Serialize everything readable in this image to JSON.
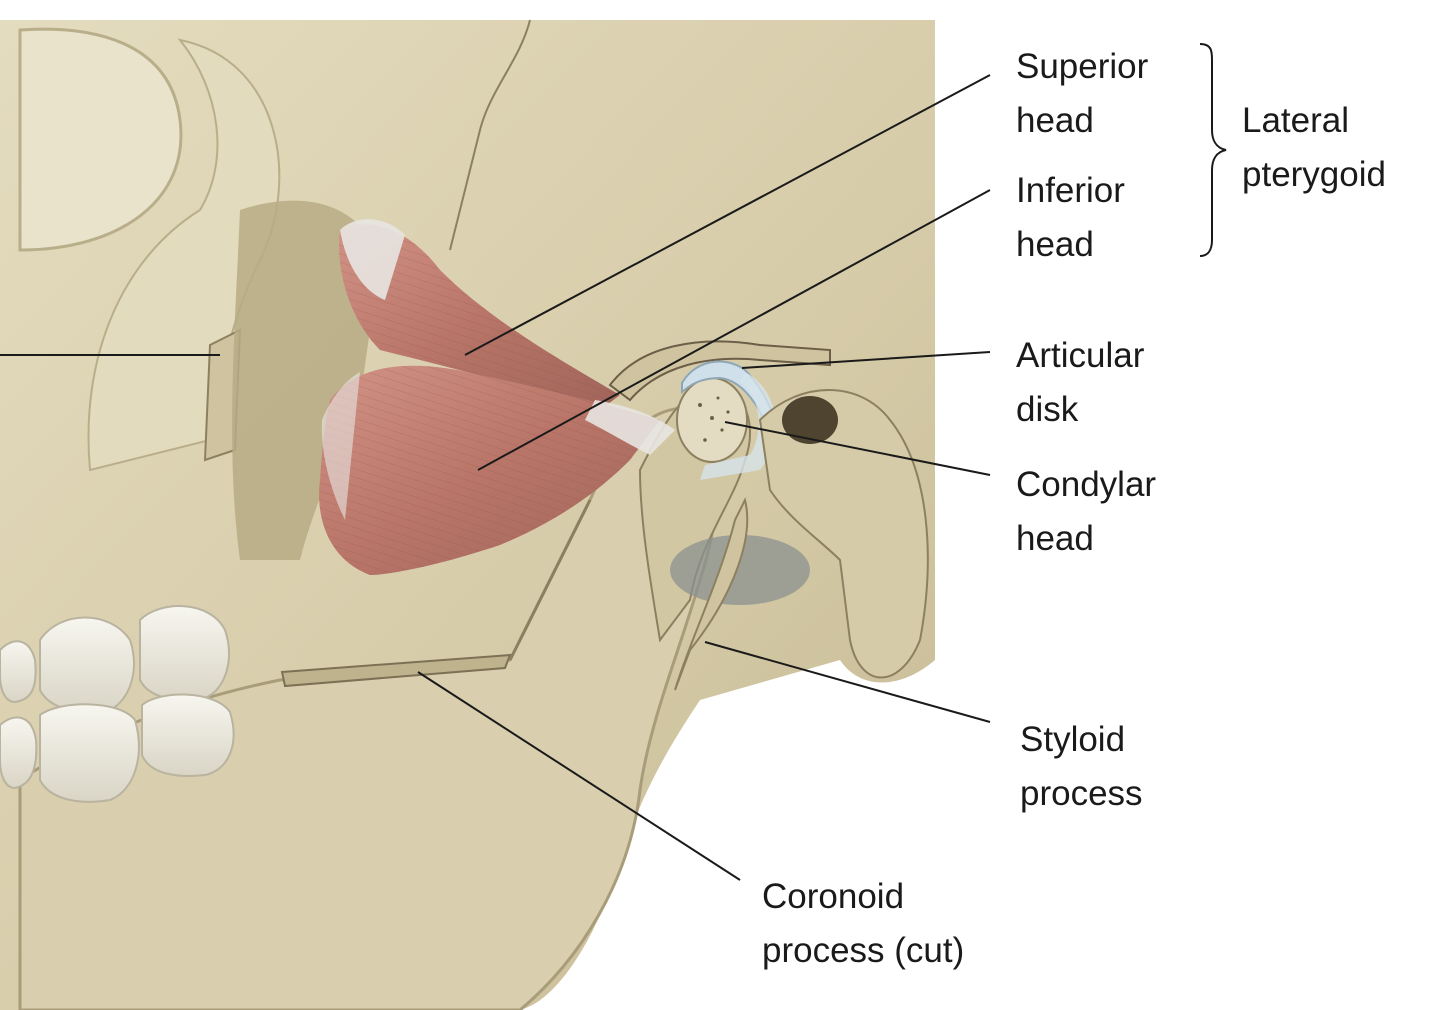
{
  "labels": {
    "superior_head": [
      "Superior",
      "head"
    ],
    "inferior_head": [
      "Inferior",
      "head"
    ],
    "lateral_pterygoid": [
      "Lateral",
      "pterygoid"
    ],
    "articular_disk": [
      "Articular",
      "disk"
    ],
    "condylar_head": [
      "Condylar",
      "head"
    ],
    "styloid_process": [
      "Styloid",
      "process"
    ],
    "coronoid_process": [
      "Coronoid",
      "process (cut)"
    ]
  },
  "colors": {
    "bone": "#d9cfae",
    "bone_shadow": "#a89d78",
    "muscle": "#c07f73",
    "muscle_dark": "#8e4f45",
    "tendon": "#e6e4e0",
    "cartilage": "#cfe0ea",
    "teeth": "#f2f0e6",
    "leader_line": "#1a1a1a"
  }
}
